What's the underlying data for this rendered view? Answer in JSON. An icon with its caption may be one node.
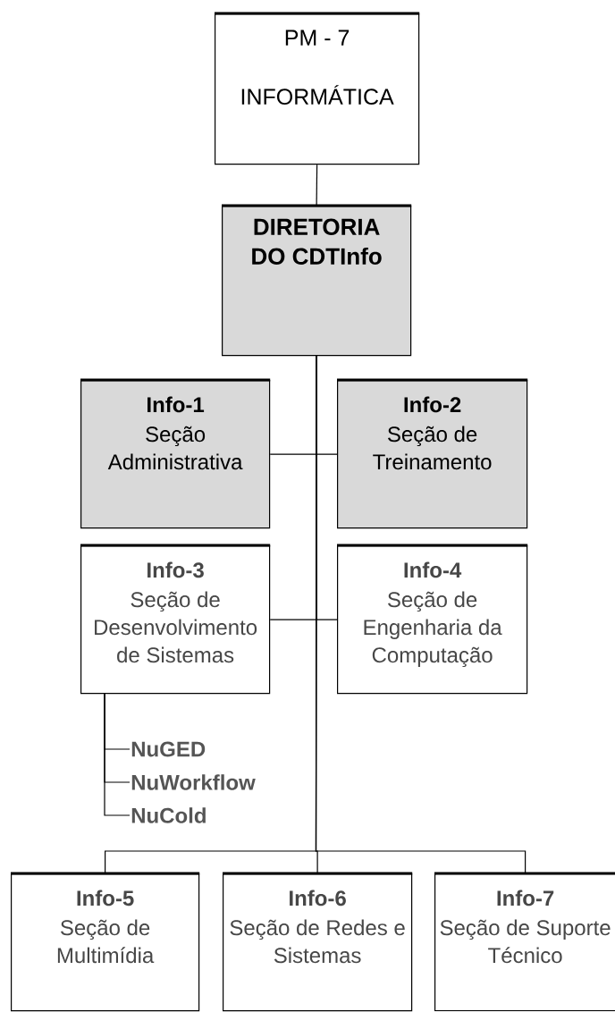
{
  "diagram": {
    "nodes": [
      {
        "text": [
          "PM - 7",
          "INFORMÁTICA"
        ]
      },
      {
        "text": [
          "DIRETORIA DO CDTInfo"
        ]
      },
      {
        "text": [
          "Info-1",
          "Seção Administrativa"
        ]
      },
      {
        "text": [
          "Info-2",
          "Seção de Treinamento"
        ]
      },
      {
        "text": [
          "Info-3",
          "Seção de Desenvolvimento de Sistemas"
        ]
      },
      {
        "text": [
          "Info-4",
          "Seção de Engenharia da Computação"
        ]
      },
      {
        "text": [
          "NuGED"
        ]
      },
      {
        "text": [
          "NuWorkflow"
        ]
      },
      {
        "text": [
          "NuCold"
        ]
      },
      {
        "text": [
          "Info-5",
          "Seção de Multimídia"
        ]
      },
      {
        "text": [
          "Info-6",
          "Seção de Redes e Sistemas"
        ]
      },
      {
        "text": [
          "Info-7",
          "Seção de Suporte Técnico"
        ]
      }
    ],
    "edges": [
      {
        "from": 0,
        "to": 1,
        "arrow": "none"
      },
      {
        "from": 1,
        "to": 2,
        "arrow": "none"
      },
      {
        "from": 1,
        "to": 3,
        "arrow": "none"
      },
      {
        "from": 1,
        "to": 4,
        "arrow": "none"
      },
      {
        "from": 1,
        "to": 5,
        "arrow": "none"
      },
      {
        "from": 4,
        "to": 6,
        "arrow": "none"
      },
      {
        "from": 4,
        "to": 7,
        "arrow": "none"
      },
      {
        "from": 4,
        "to": 8,
        "arrow": "none"
      },
      {
        "from": 1,
        "to": 9,
        "arrow": "none"
      },
      {
        "from": 1,
        "to": 10,
        "arrow": "none"
      },
      {
        "from": 1,
        "to": 11,
        "arrow": "none"
      }
    ]
  }
}
